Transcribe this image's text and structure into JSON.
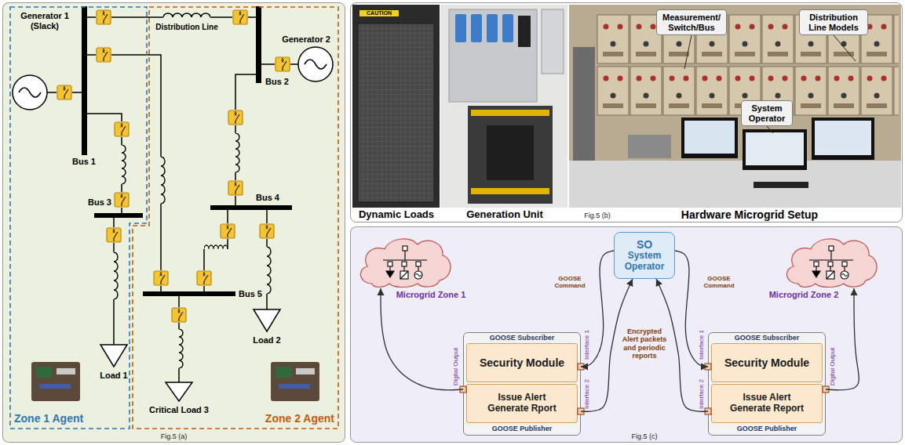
{
  "diagram": {
    "nodes": [
      {
        "text": [
          "Fig.5 (a)"
        ]
      },
      {
        "text": [
          "Zone 1 Agent"
        ],
        "in": 0
      },
      {
        "text": [
          "Zone 2 Agent"
        ],
        "in": 0
      },
      {
        "text": [
          "Fig.5 (b)"
        ]
      },
      {
        "text": [
          "Measurement/ Switch/Bus"
        ],
        "in": 3
      },
      {
        "text": [
          "Distribution Line Models"
        ],
        "in": 3
      },
      {
        "text": [
          "System Operator"
        ],
        "in": 3
      },
      {
        "text": [
          "Fig.5 (c)"
        ]
      },
      {
        "text": [
          "Microgrid Zone 1"
        ],
        "in": 7
      },
      {
        "text": [
          "SO",
          "System Operator"
        ],
        "in": 7
      },
      {
        "text": [
          "Microgrid Zone 2"
        ],
        "in": 7
      },
      {
        "text": [
          "GOOSE Subscriber",
          "GOOSE Publisher"
        ],
        "in": 7
      },
      {
        "text": [
          "Security Module"
        ],
        "in": 11
      },
      {
        "text": [
          "Issue Alert Generate Rport"
        ],
        "in": 11
      },
      {
        "text": [
          "GOOSE Subscriber",
          "GOOSE Publisher"
        ],
        "in": 7
      },
      {
        "text": [
          "Security Module"
        ],
        "in": 14
      },
      {
        "text": [
          "Issue Alert Generate Report"
        ],
        "in": 14
      }
    ],
    "edges": [
      {
        "from": 9,
        "to": 11,
        "arrow": "to",
        "label": "GOOSE Command"
      },
      {
        "from": 9,
        "to": 14,
        "arrow": "to",
        "label": "GOOSE Command"
      },
      {
        "from": 11,
        "to": 9,
        "arrow": "to"
      },
      {
        "from": 14,
        "to": 9,
        "arrow": "to"
      },
      {
        "from": 11,
        "to": 8,
        "arrow": "to"
      },
      {
        "from": 14,
        "to": 10,
        "arrow": "to"
      }
    ],
    "labels": [
      "Generator 1 (Slack)",
      "Generator 2",
      "Distribution Line",
      "Bus 1",
      "Bus 2",
      "Bus 3",
      "Bus 4",
      "Bus 5",
      "Load 1",
      "Load 2",
      "Critical Load 3",
      "CAUTION",
      "Dynamic Loads",
      "Generation Unit",
      "Hardware Microgrid Setup",
      "Interface 1",
      "Interface 2",
      "Digital Output",
      "Interface 1",
      "Interface 2",
      "Digital Output",
      "Encrypted Alert packets and periodic reports"
    ]
  }
}
